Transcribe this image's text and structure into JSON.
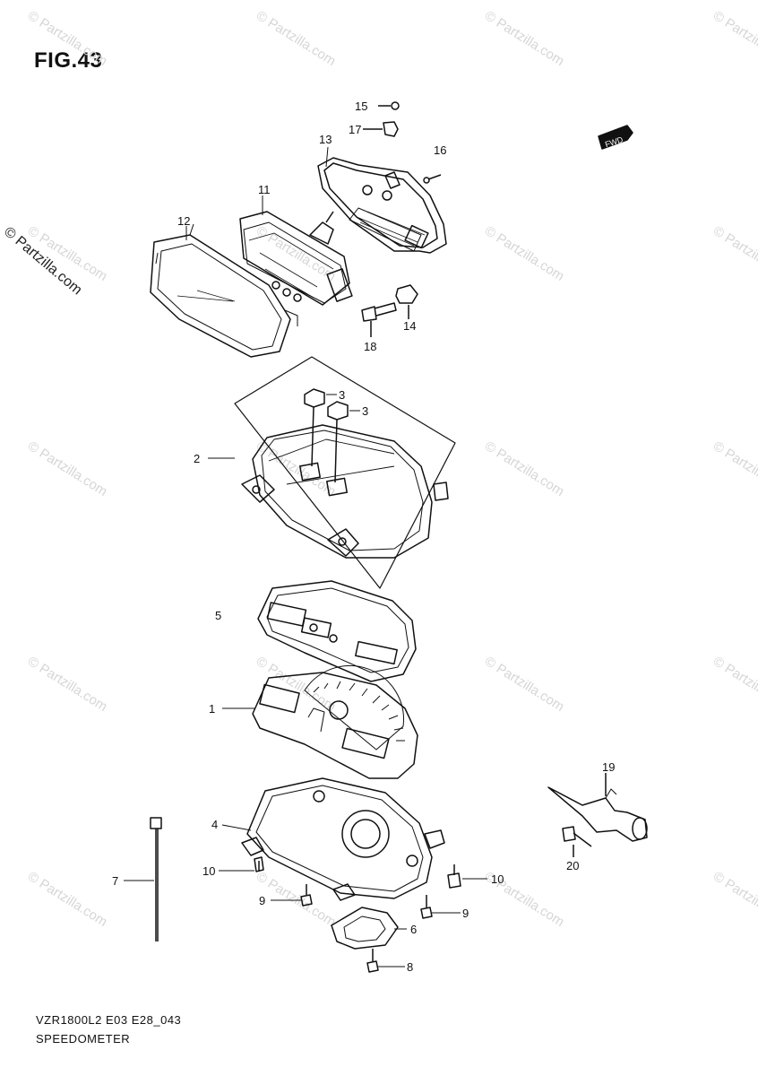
{
  "figure": {
    "title": "FIG.43",
    "model_code": "VZR1800L2 E03 E28_043",
    "caption": "SPEEDOMETER",
    "front_marker": "FWD",
    "side_watermark": "© Partzilla.com",
    "bg_watermark": "© Partzilla.com"
  },
  "callouts": [
    "15",
    "17",
    "13",
    "16",
    "11",
    "12",
    "18",
    "14",
    "3",
    "3",
    "2",
    "5",
    "1",
    "19",
    "4",
    "7",
    "10",
    "10",
    "9",
    "9",
    "20",
    "6",
    "8"
  ],
  "colors": {
    "ink": "#111111",
    "watermark": "#d6d6d6",
    "background": "#ffffff"
  }
}
